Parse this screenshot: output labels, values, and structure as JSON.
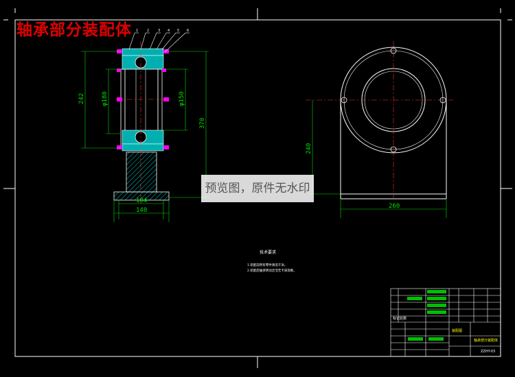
{
  "title": "轴承部分装配体",
  "watermark": "预览图，原件无水印",
  "dimensions": {
    "d_242": "242",
    "d_370": "370",
    "d_phi180": "φ180",
    "d_phi150": "φ150",
    "d_104": "104",
    "d_140": "140",
    "d_240": "240",
    "d_260": "260"
  },
  "balloons": [
    "1",
    "2",
    "3",
    "4",
    "5",
    "6"
  ],
  "tech_requirements": {
    "heading": "技术要求",
    "lines": [
      "1.装配前所有零件清洗干净。",
      "2.装配后轴承转动灵活无卡滞现象。"
    ]
  },
  "title_block": {
    "drawing_name": "轴承部分装配体",
    "code": "ZZHY-03",
    "material": "装配图",
    "left_label": "标记处数"
  },
  "colors": {
    "frame": "#ffffff",
    "part_fill": "#00b0b0",
    "dimension": "#00e000",
    "centerline": "#ff3030",
    "bolt": "#ff00ff",
    "title": "#e00000"
  }
}
